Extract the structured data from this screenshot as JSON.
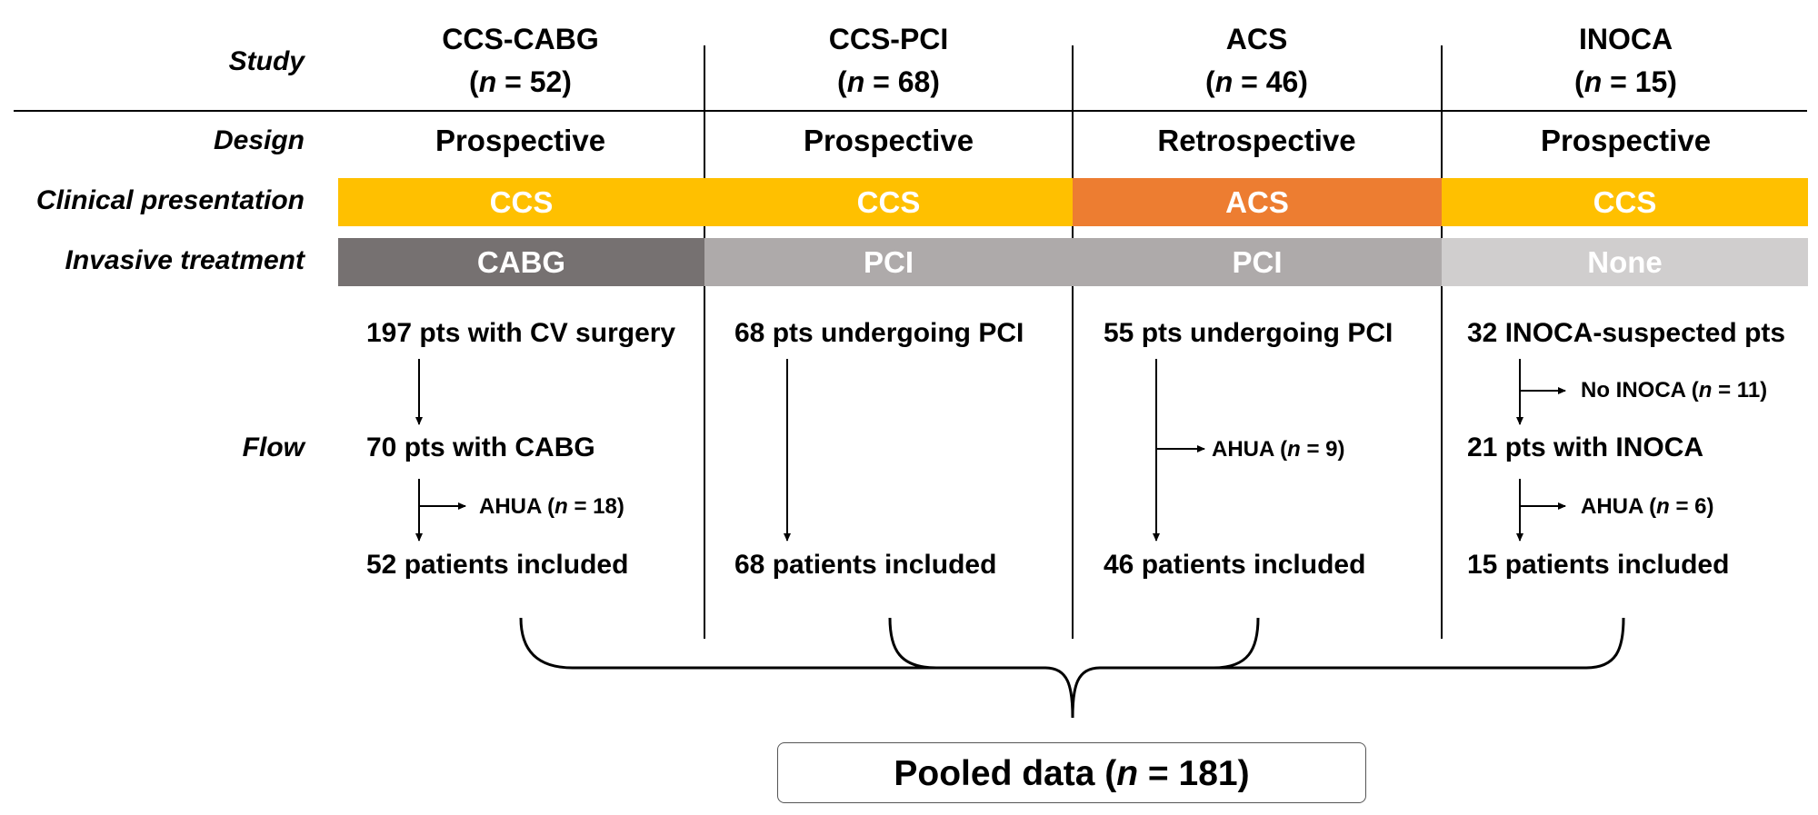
{
  "row_labels": {
    "study": "Study",
    "design": "Design",
    "clinical": "Clinical presentation",
    "invasive": "Invasive treatment",
    "flow": "Flow"
  },
  "colors": {
    "ccs": "#FFC000",
    "acs": "#ED7D31",
    "cabg": "#767171",
    "pci": "#AEAAAA",
    "none": "#D0CECE"
  },
  "studies": [
    {
      "name": "CCS-CABG",
      "n_prefix": "(",
      "n_var": "n",
      "n_value": " = 52)",
      "design": "Prospective",
      "clinical": "CCS",
      "treatment": "CABG",
      "flow_start": "197 pts with CV surgery",
      "flow_mid": "70 pts with CABG",
      "excl_text": "AHUA (",
      "excl_n": "n",
      "excl_value": " = 18)",
      "flow_end": "52 patients included"
    },
    {
      "name": "CCS-PCI",
      "n_prefix": "(",
      "n_var": "n",
      "n_value": " = 68)",
      "design": "Prospective",
      "clinical": "CCS",
      "treatment": "PCI",
      "flow_start": "68 pts undergoing PCI",
      "flow_end": "68 patients included"
    },
    {
      "name": "ACS",
      "n_prefix": "(",
      "n_var": "n",
      "n_value": " = 46)",
      "design": "Retrospective",
      "clinical": "ACS",
      "treatment": "PCI",
      "flow_start": "55 pts undergoing PCI",
      "excl_text": "AHUA (",
      "excl_n": "n",
      "excl_value": " = 9)",
      "flow_end": "46 patients included"
    },
    {
      "name": "INOCA",
      "n_prefix": "(",
      "n_var": "n",
      "n_value": " = 15)",
      "design": "Prospective",
      "clinical": "CCS",
      "treatment": "None",
      "flow_start": "32 INOCA-suspected pts",
      "excl1_text": "No INOCA (",
      "excl1_n": "n",
      "excl1_value": " = 11)",
      "flow_mid": "21 pts with INOCA",
      "excl2_text": "AHUA (",
      "excl2_n": "n",
      "excl2_value": " = 6)",
      "flow_end": "15 patients included"
    }
  ],
  "pooled": {
    "text": "Pooled data (",
    "n_var": "n",
    "value": " = 181)"
  }
}
